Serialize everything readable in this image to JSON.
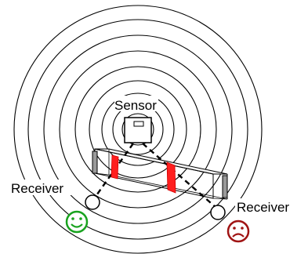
{
  "labels": {
    "sensor": "Sensor",
    "receiver_left": "Receiver",
    "receiver_right": "Receiver"
  },
  "icons": {
    "happy_face": "happy-face-icon",
    "sad_face": "sad-face-icon"
  },
  "colors": {
    "wave": "#000000",
    "obstacle": "#ff1f1f",
    "happy": "#19a31f",
    "sad": "#a01414",
    "background": "#ffffff"
  }
}
